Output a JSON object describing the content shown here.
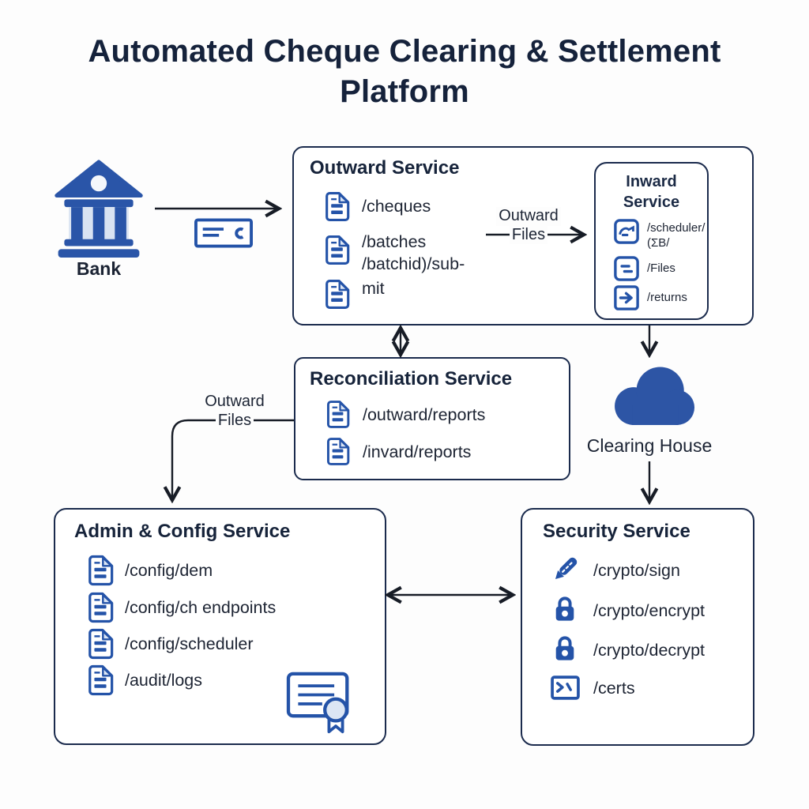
{
  "title": "Automated Cheque Clearing & Settlement Platform",
  "colors": {
    "navy_text": "#15223b",
    "box_border": "#1b2b4d",
    "icon_blue": "#2453a8",
    "icon_blue_light": "#dce6f4",
    "cloud_blue": "#2d55a5",
    "arrow": "#171c26",
    "background": "#fdfdfd"
  },
  "bank": {
    "label": "Bank",
    "icon": "bank-icon"
  },
  "outward_service": {
    "title": "Outward Service",
    "items": [
      {
        "icon": "document-icon",
        "label": "/cheques"
      },
      {
        "icon": "document-icon",
        "label": "/batches",
        "label2": "/batchid)/sub-"
      },
      {
        "icon": "document-icon",
        "label": "mit"
      }
    ]
  },
  "inward_service": {
    "title_line1": "Inward",
    "title_line2": "Service",
    "items": [
      {
        "icon": "file-transfer-icon",
        "label": "/scheduler/",
        "label2": "(ΣB/"
      },
      {
        "icon": "list-icon",
        "label": "/Files"
      },
      {
        "icon": "arrow-right-icon",
        "label": "/returns"
      }
    ]
  },
  "reconciliation_service": {
    "title": "Reconciliation Service",
    "items": [
      {
        "icon": "document-icon",
        "label": "/outward/reports"
      },
      {
        "icon": "document-icon",
        "label": "/invard/reports"
      }
    ]
  },
  "admin_service": {
    "title": "Admin & Config Service",
    "items": [
      {
        "icon": "document-icon",
        "label": "/config/dem"
      },
      {
        "icon": "document-icon",
        "label": "/config/ch endpoints"
      },
      {
        "icon": "document-icon",
        "label": "/config/scheduler"
      },
      {
        "icon": "document-icon",
        "label": "/audit/logs"
      }
    ],
    "corner_icon": "certificate-icon"
  },
  "security_service": {
    "title": "Security Service",
    "items": [
      {
        "icon": "pen-icon",
        "label": "/crypto/sign"
      },
      {
        "icon": "lock-icon",
        "label": "/crypto/encrypt"
      },
      {
        "icon": "lock-icon",
        "label": "/crypto/decrypt"
      },
      {
        "icon": "badge-icon",
        "label": "/certs"
      }
    ]
  },
  "clearing_house": {
    "label": "Clearing House",
    "icon": "cloud-icon"
  },
  "edge_labels": {
    "outward_files_top": {
      "line1": "Outward",
      "line2": "Files"
    },
    "outward_files_left": {
      "line1": "Outward",
      "line2": "Files"
    }
  }
}
